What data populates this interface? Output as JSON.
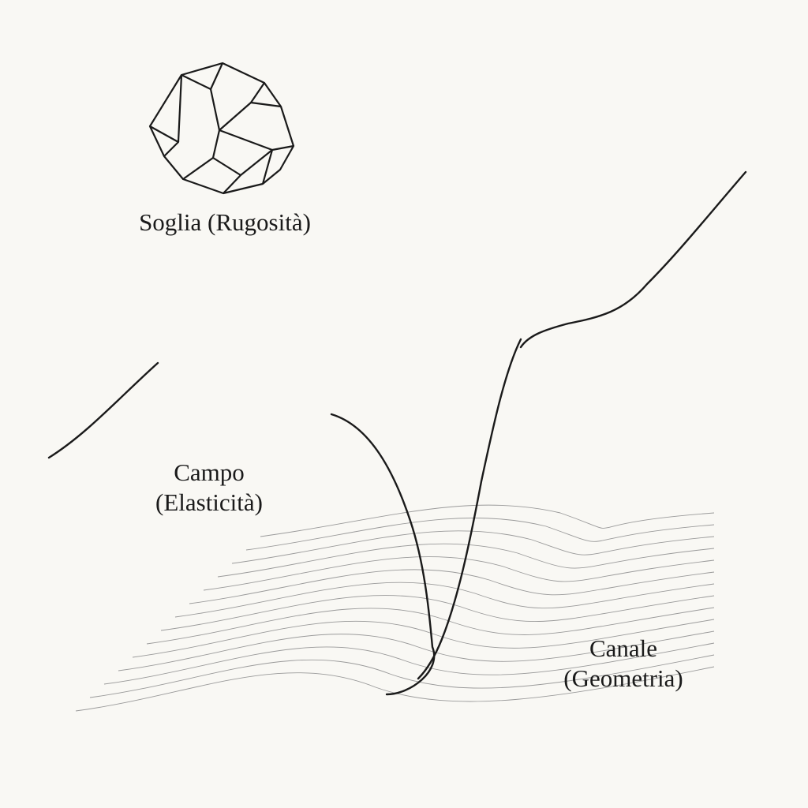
{
  "labels": {
    "soglia": "Soglia (Rugosità)",
    "campo_line1": "Campo",
    "campo_line2": "(Elasticità)",
    "canale_line1": "Canale",
    "canale_line2": "(Geometria)"
  },
  "colors": {
    "background": "#f9f8f4",
    "ink": "#1a1a1a",
    "faint_ink": "#9a9a9a"
  },
  "icons": {
    "polyhedron": "polyhedron-icon"
  }
}
